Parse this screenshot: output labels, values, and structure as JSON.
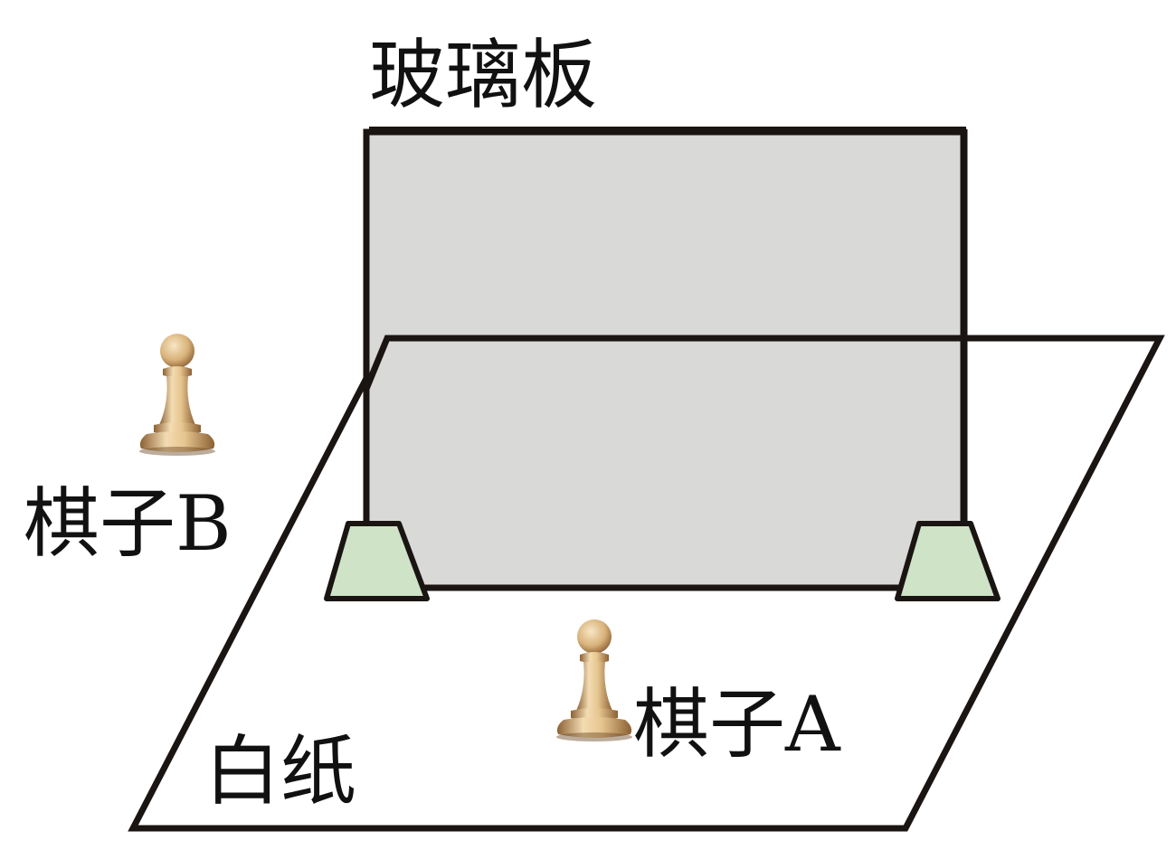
{
  "labels": {
    "glass": "玻璃板",
    "piece_b": "棋子B",
    "piece_a": "棋子A",
    "paper": "白纸"
  },
  "colors": {
    "outline": "#1a1512",
    "glass_fill": "#d9d9d7",
    "stand_fill": "#cfe3c6",
    "paper_fill": "#ffffff",
    "pawn_light": "#f3dcb2",
    "pawn_mid": "#d9b27a",
    "pawn_dark": "#8c6134",
    "text": "#111111"
  },
  "icons": {
    "piece_b": "chess-pawn-icon",
    "piece_a": "chess-pawn-icon"
  }
}
